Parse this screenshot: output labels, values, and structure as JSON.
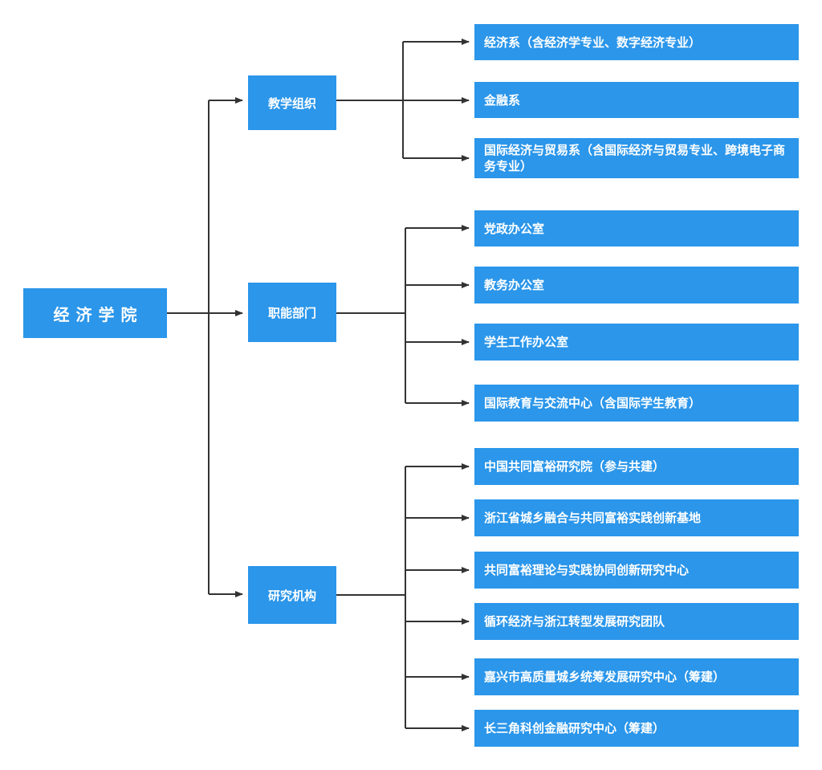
{
  "colors": {
    "node_fill": "#2b96ea",
    "node_text": "#ffffff",
    "connector": "#333333"
  },
  "root": {
    "label": "经济学院"
  },
  "groups": [
    {
      "label": "教学组织",
      "children": [
        "经济系（含经济学专业、数字经济专业）",
        "金融系",
        "国际经济与贸易系（含国际经济与贸易专业、跨境电子商务专业）"
      ]
    },
    {
      "label": "职能部门",
      "children": [
        "党政办公室",
        "教务办公室",
        "学生工作办公室",
        "国际教育与交流中心（含国际学生教育）"
      ]
    },
    {
      "label": "研究机构",
      "children": [
        "中国共同富裕研究院（参与共建）",
        "浙江省城乡融合与共同富裕实践创新基地",
        "共同富裕理论与实践协同创新研究中心",
        "循环经济与浙江转型发展研究团队",
        "嘉兴市高质量城乡统筹发展研究中心（筹建）",
        "长三角科创金融研究中心（筹建）"
      ]
    }
  ]
}
